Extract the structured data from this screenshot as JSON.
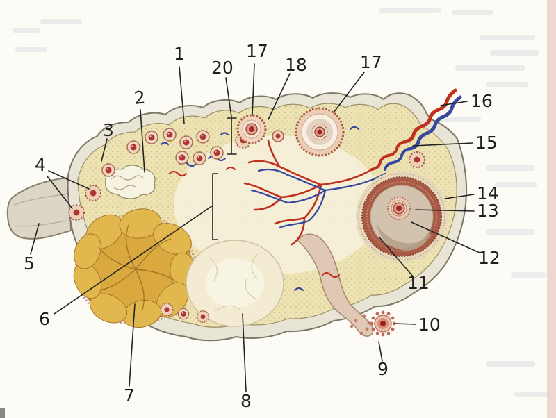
{
  "figure": {
    "labels": {
      "l1": "1",
      "l2": "2",
      "l3": "3",
      "l4": "4",
      "l5": "5",
      "l6": "6",
      "l7": "7",
      "l8": "8",
      "l9": "9",
      "l10": "10",
      "l11": "11",
      "l12": "12",
      "l13": "13",
      "l14": "14",
      "l15": "15",
      "l16": "16",
      "l17a": "17",
      "l17b": "17",
      "l18": "18",
      "l20": "20"
    },
    "colors": {
      "paper": "#fcfbf6",
      "ink": "#1d1d1d",
      "artery_red": "#c0301e",
      "vein_blue": "#36479e",
      "cortex_cream": "#ece2b2",
      "rim_gray": "#e9e5d6",
      "corpus_luteum_yellow": "#d9a83e",
      "follicle_red": "#b23430"
    }
  }
}
